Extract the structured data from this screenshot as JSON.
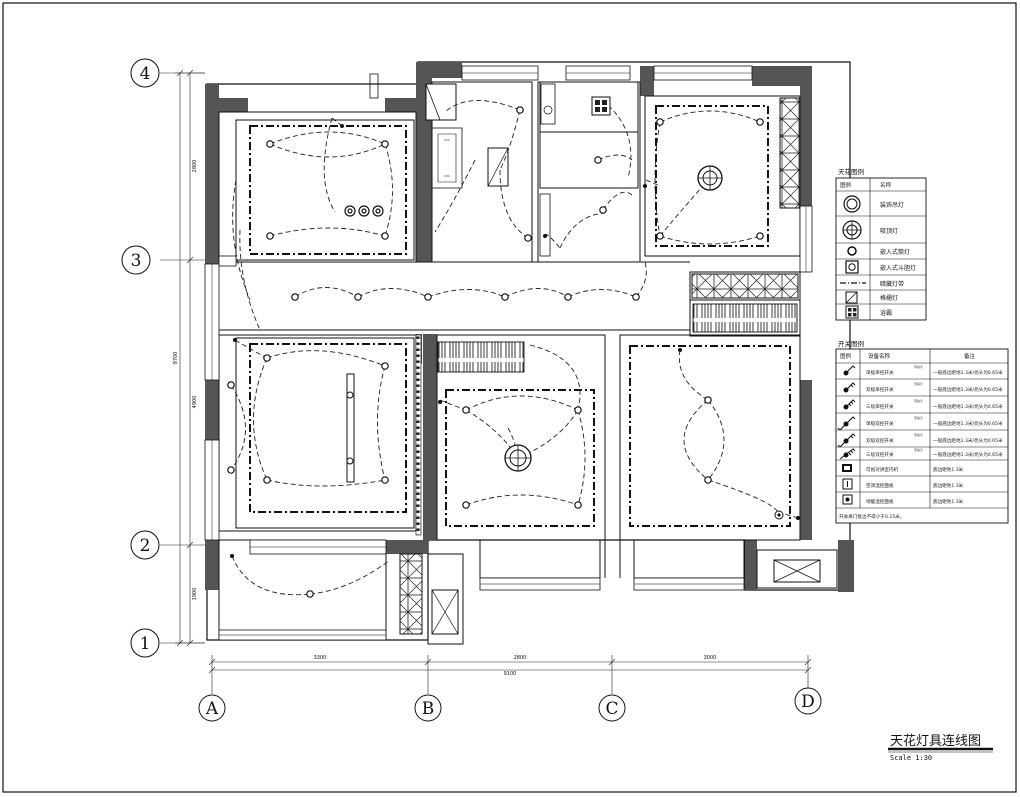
{
  "grid": {
    "columns": [
      "A",
      "B",
      "C",
      "D"
    ],
    "rows": [
      "1",
      "2",
      "3",
      "4"
    ]
  },
  "dimensions": {
    "bottom_segments": [
      "3300",
      "2800",
      "3000"
    ],
    "bottom_total": "9100",
    "left_segments": [
      "2800",
      "4900",
      "1900"
    ],
    "left_total": "9700"
  },
  "ceiling_legend": {
    "title": "天花图例",
    "col_symbol": "图例",
    "col_name": "名称",
    "items": [
      {
        "symbol": "pendant-lamp-icon",
        "name": "装饰吊灯"
      },
      {
        "symbol": "ceiling-lamp-icon",
        "name": "吸顶灯"
      },
      {
        "symbol": "recessed-downlight-icon",
        "name": "嵌入式筒灯"
      },
      {
        "symbol": "recessed-grille-lamp-icon",
        "name": "嵌入式斗胆灯"
      },
      {
        "symbol": "hidden-light-strip-icon",
        "name": "暗藏灯带"
      },
      {
        "symbol": "grille-lamp-icon",
        "name": "格栅灯"
      },
      {
        "symbol": "bath-heater-icon",
        "name": "浴霸"
      }
    ]
  },
  "switch_legend": {
    "title": "开关图例",
    "col_symbol": "图例",
    "col_name": "设备名称",
    "col_note": "备注",
    "items": [
      {
        "symbol": "single-gang-switch-icon",
        "name": "单极单控开关",
        "tag": "带指示",
        "note": "一般底边距地1.3米/亮头为0.65米"
      },
      {
        "symbol": "double-gang-switch-icon",
        "name": "双极单控开关",
        "tag": "带指示",
        "note": "一般底边距地1.3米/亮头为0.65米"
      },
      {
        "symbol": "triple-gang-switch-icon",
        "name": "三极单控开关",
        "tag": "带指示",
        "note": "一般底边距地1.3米/亮头为0.65米"
      },
      {
        "symbol": "single-gang-2way-switch-icon",
        "name": "单极双控开关",
        "tag": "带指示",
        "note": "一般底边距地1.3米/亮头为0.65米"
      },
      {
        "symbol": "double-gang-2way-switch-icon",
        "name": "双极双控开关",
        "tag": "带指示",
        "note": "一般底边距地1.3米/亮头为0.65米"
      },
      {
        "symbol": "triple-gang-2way-switch-icon",
        "name": "三极双控开关",
        "tag": "带指示",
        "note": "一般底边距地1.3米/亮头为0.65米"
      },
      {
        "symbol": "dimmer-switch-icon",
        "name": "可视对讲室内机",
        "tag": "",
        "note": "底边距地1.3米"
      },
      {
        "symbol": "ac-control-panel-icon",
        "name": "空调温控面板",
        "tag": "",
        "note": "底边距地1.3米"
      },
      {
        "symbol": "floor-heating-panel-icon",
        "name": "地暖温控面板",
        "tag": "",
        "note": "底边距地1.3米"
      }
    ],
    "footnote": "开关离门框边不得小于0.15米。"
  },
  "title_block": {
    "title": "天花灯具连线图",
    "scale": "Scale 1:30"
  }
}
